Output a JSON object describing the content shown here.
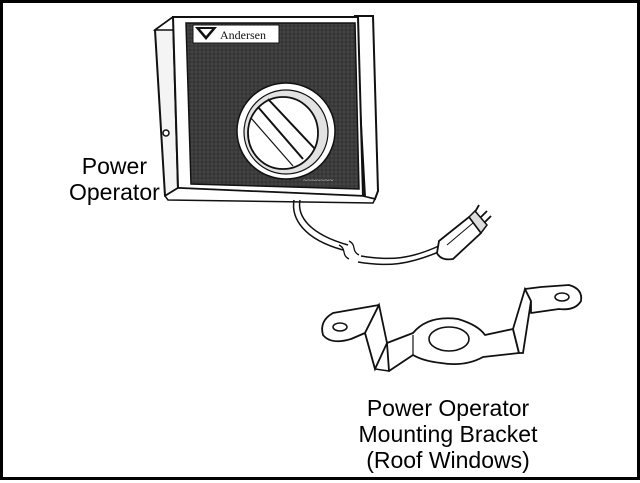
{
  "labels": {
    "power_operator": [
      "Power",
      "Operator"
    ],
    "mounting_bracket": [
      "Power Operator",
      "Mounting Bracket",
      "(Roof Windows)"
    ]
  },
  "device": {
    "brand_badge": "Andersen"
  },
  "colors": {
    "border": "#000000",
    "background": "#ffffff",
    "device_face": "#3a3a3a",
    "ink": "#111111"
  }
}
